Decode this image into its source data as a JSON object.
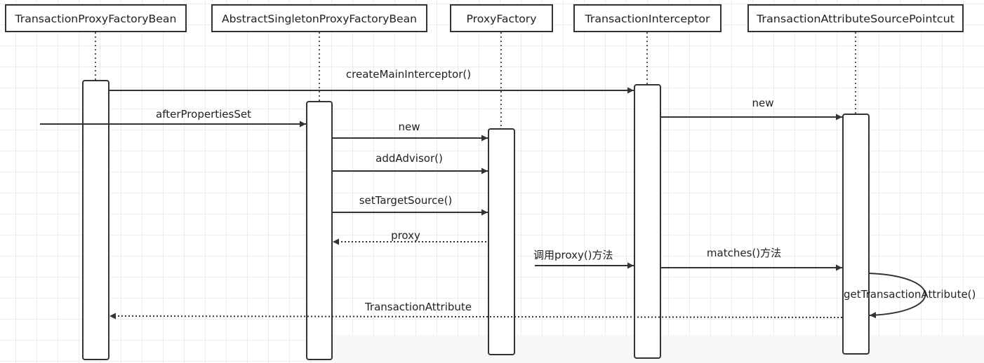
{
  "participants": [
    {
      "id": "p0",
      "name": "TransactionProxyFactoryBean"
    },
    {
      "id": "p1",
      "name": "AbstractSingletonProxyFactoryBean"
    },
    {
      "id": "p2",
      "name": "ProxyFactory"
    },
    {
      "id": "p3",
      "name": "TransactionInterceptor"
    },
    {
      "id": "p4",
      "name": "TransactionAttributeSourcePointcut"
    }
  ],
  "messages": [
    {
      "id": "m0",
      "label": "createMainInterceptor()",
      "from": "p0",
      "to": "p3",
      "style": "solid"
    },
    {
      "id": "m1",
      "label": "afterPropertiesSet",
      "from": "external",
      "to": "p1",
      "style": "solid"
    },
    {
      "id": "m2",
      "label": "new",
      "from": "p3",
      "to": "p4",
      "style": "solid"
    },
    {
      "id": "m3",
      "label": "new",
      "from": "p1",
      "to": "p2",
      "style": "solid"
    },
    {
      "id": "m4",
      "label": "addAdvisor()",
      "from": "p1",
      "to": "p2",
      "style": "solid"
    },
    {
      "id": "m5",
      "label": "setTargetSource()",
      "from": "p1",
      "to": "p2",
      "style": "solid"
    },
    {
      "id": "m6",
      "label": "proxy",
      "from": "p2",
      "to": "p1",
      "style": "dashed"
    },
    {
      "id": "m7",
      "label": "调用proxy()方法",
      "from": "external",
      "to": "p3",
      "style": "solid"
    },
    {
      "id": "m8",
      "label": "matches()方法",
      "from": "p3",
      "to": "p4",
      "style": "solid"
    },
    {
      "id": "m9",
      "label": "getTransactionAttribute()",
      "from": "p4",
      "to": "p4",
      "style": "self"
    },
    {
      "id": "m10",
      "label": "TransactionAttribute",
      "from": "p4",
      "to": "p0",
      "style": "dashed"
    }
  ]
}
